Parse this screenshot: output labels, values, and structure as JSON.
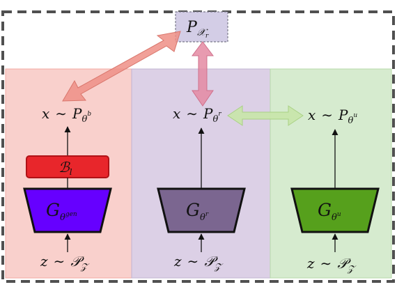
{
  "target": {
    "main": "P",
    "sub": "𝒳",
    "subsub": "r"
  },
  "columns": [
    {
      "id": "baseline",
      "bg": "#f9d0cc",
      "output": {
        "lhs": "x",
        "tilde": "∼",
        "p": "P",
        "sub": "θ",
        "sup": "b"
      },
      "block": {
        "main": "ℬ",
        "sub": "l",
        "fill": "#e8262b"
      },
      "generator": {
        "main": "G",
        "sub": "θ",
        "sup": "gen",
        "fill": "#6600ff"
      },
      "input": {
        "lhs": "z",
        "tilde": "∼",
        "dist": "𝒫",
        "sub": "𝒵"
      }
    },
    {
      "id": "reference",
      "bg": "#dcd0e6",
      "output": {
        "lhs": "x",
        "tilde": "∼",
        "p": "P",
        "sub": "θ",
        "sup": "r"
      },
      "generator": {
        "main": "G",
        "sub": "θ",
        "sup": "r",
        "fill": "#7b6690"
      },
      "input": {
        "lhs": "z",
        "tilde": "∼",
        "dist": "𝒫",
        "sub": "𝒵"
      }
    },
    {
      "id": "ours",
      "bg": "#d6ebcf",
      "output": {
        "lhs": "x",
        "tilde": "∼",
        "p": "P",
        "sub": "θ",
        "sup": "u"
      },
      "generator": {
        "main": "G",
        "sub": "θ",
        "sup": "u",
        "fill": "#56a01c"
      },
      "input": {
        "lhs": "z",
        "tilde": "∼",
        "dist": "𝒫",
        "sub": "𝒵"
      }
    }
  ],
  "colors": {
    "frame": "#505050",
    "target_box": "#d3cde6",
    "arrow_red": "#ef8f86",
    "arrow_pink": "#e48aa2",
    "arrow_green": "#c8e6a8"
  }
}
